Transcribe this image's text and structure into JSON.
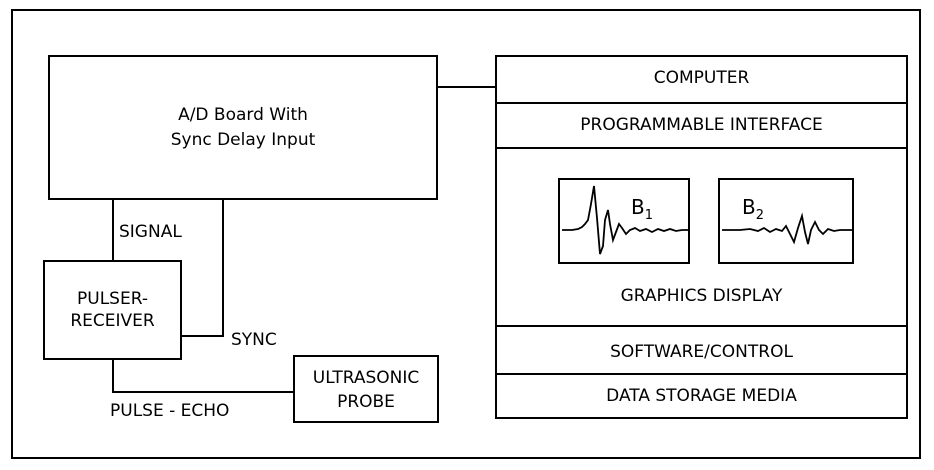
{
  "ad_board": {
    "line1": "A/D Board With",
    "line2": "Sync Delay Input"
  },
  "pulser_receiver": {
    "line1": "PULSER-",
    "line2": "RECEIVER"
  },
  "probe": {
    "line1": "ULTRASONIC",
    "line2": "PROBE"
  },
  "labels": {
    "signal": "SIGNAL",
    "sync": "SYNC",
    "pulse_echo": "PULSE - ECHO"
  },
  "computer": {
    "title": "COMPUTER",
    "interface": "PROGRAMMABLE INTERFACE",
    "graphics": "GRAPHICS DISPLAY",
    "software": "SOFTWARE/CONTROL",
    "storage": "DATA STORAGE MEDIA"
  },
  "waveforms": {
    "b1": {
      "letter": "B",
      "subscript": "1"
    },
    "b2": {
      "letter": "B",
      "subscript": "2"
    }
  }
}
